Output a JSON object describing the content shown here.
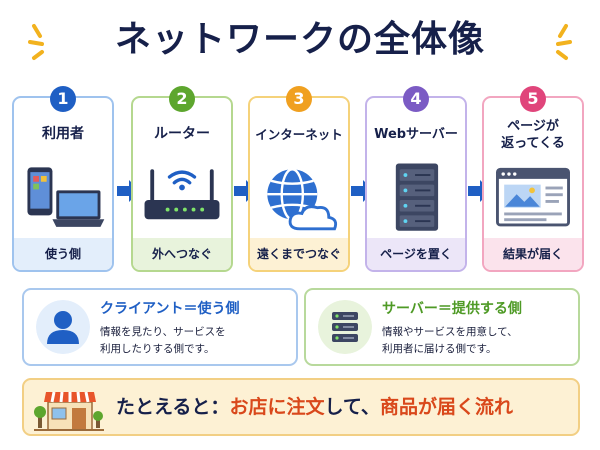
{
  "title": "ネットワークの全体像",
  "colors": {
    "navy": "#16204a",
    "blue": "#1f5fc4",
    "green": "#5da62e",
    "orange": "#f0a020",
    "purple": "#7b5bc4",
    "pink": "#e0457b",
    "arrow": "#1f5fc4",
    "highlight": "#d9481b"
  },
  "steps": [
    {
      "number": "1",
      "label": "利用者",
      "caption": "使う側",
      "icon": "devices-icon"
    },
    {
      "number": "2",
      "label": "ルーター",
      "caption": "外へつなぐ",
      "icon": "router-icon"
    },
    {
      "number": "3",
      "label": "インターネット",
      "caption": "遠くまでつなぐ",
      "icon": "globe-cloud-icon"
    },
    {
      "number": "4",
      "label": "Webサーバー",
      "caption": "ページを置く",
      "icon": "server-icon"
    },
    {
      "number": "5",
      "label_line1": "ページが",
      "label_line2": "返ってくる",
      "caption": "結果が届く",
      "icon": "webpage-icon"
    }
  ],
  "client": {
    "title": "クライアント＝使う側",
    "desc_line1": "情報を見たり、サービスを",
    "desc_line2": "利用したりする側です。",
    "icon": "person-icon"
  },
  "server": {
    "title": "サーバー＝提供する側",
    "desc_line1": "情報やサービスを用意して、",
    "desc_line2": "利用者に届ける側です。",
    "icon": "server-stack-icon"
  },
  "analogy": {
    "prefix": "たとえると：",
    "part1": "お店に注文",
    "part2": "して、",
    "part3": "商品が届く流れ",
    "icon": "shop-icon"
  }
}
